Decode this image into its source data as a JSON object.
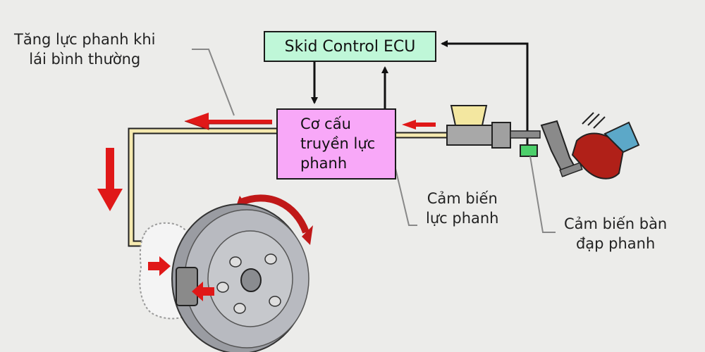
{
  "ecu": {
    "label": "Skid Control ECU"
  },
  "actuator": {
    "lines": [
      "Cơ cấu",
      "truyền lực",
      "phanh"
    ]
  },
  "labels": {
    "boost": [
      "Tăng lực phanh khi",
      "lái bình thường"
    ],
    "force_sensor": [
      "Cảm biến",
      "lực phanh"
    ],
    "pedal_sensor": [
      "Cảm biến bàn",
      "đạp phanh"
    ]
  },
  "colors": {
    "ecu_fill": "#bff7d8",
    "actuator_fill": "#f8a8f8",
    "sensor_fill": "#4ccf6a",
    "arrow_red": "#e01818",
    "brake_line": "#f6eab0"
  }
}
